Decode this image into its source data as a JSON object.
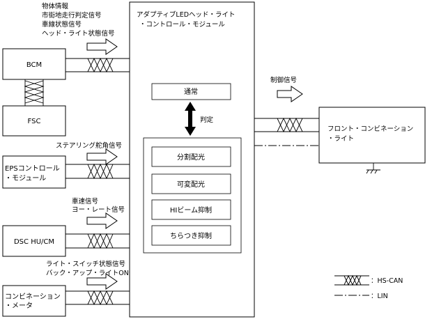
{
  "ecus": {
    "bcm": "BCM",
    "fsc": "FSC",
    "eps_line1": "EPSコントロール",
    "eps_line2": "・モジュール",
    "dsc": "DSC HU/CM",
    "meter_line1": "コンビネーション",
    "meter_line2": "・メータ"
  },
  "signals": {
    "bcm_line1": "物体情報",
    "bcm_line2": "市街地走行判定信号",
    "bcm_line3": "車線状態信号",
    "bcm_line4": "ヘッド・ライト状態信号",
    "eps": "ステアリング舵角信号",
    "dsc_line1": "車速信号",
    "dsc_line2": "ヨー・レート信号",
    "meter_line1": "ライト・スイッチ状態信号",
    "meter_line2": "バック・アップ・ライトON信号",
    "control": "制御信号"
  },
  "controller": {
    "title_line1": "アダプティブLEDヘッド・ライト",
    "title_line2": "・コントロール・モジュール",
    "normal": "通常",
    "judge": "判定",
    "modes": [
      "分割配光",
      "可変配光",
      "HIビーム抑制",
      "ちらつき抑制"
    ]
  },
  "headlight": {
    "line1": "フロント・コンビネーション",
    "line2": "・ライト"
  },
  "legend": {
    "hscan": "：HS-CAN",
    "lin": "：LIN"
  }
}
